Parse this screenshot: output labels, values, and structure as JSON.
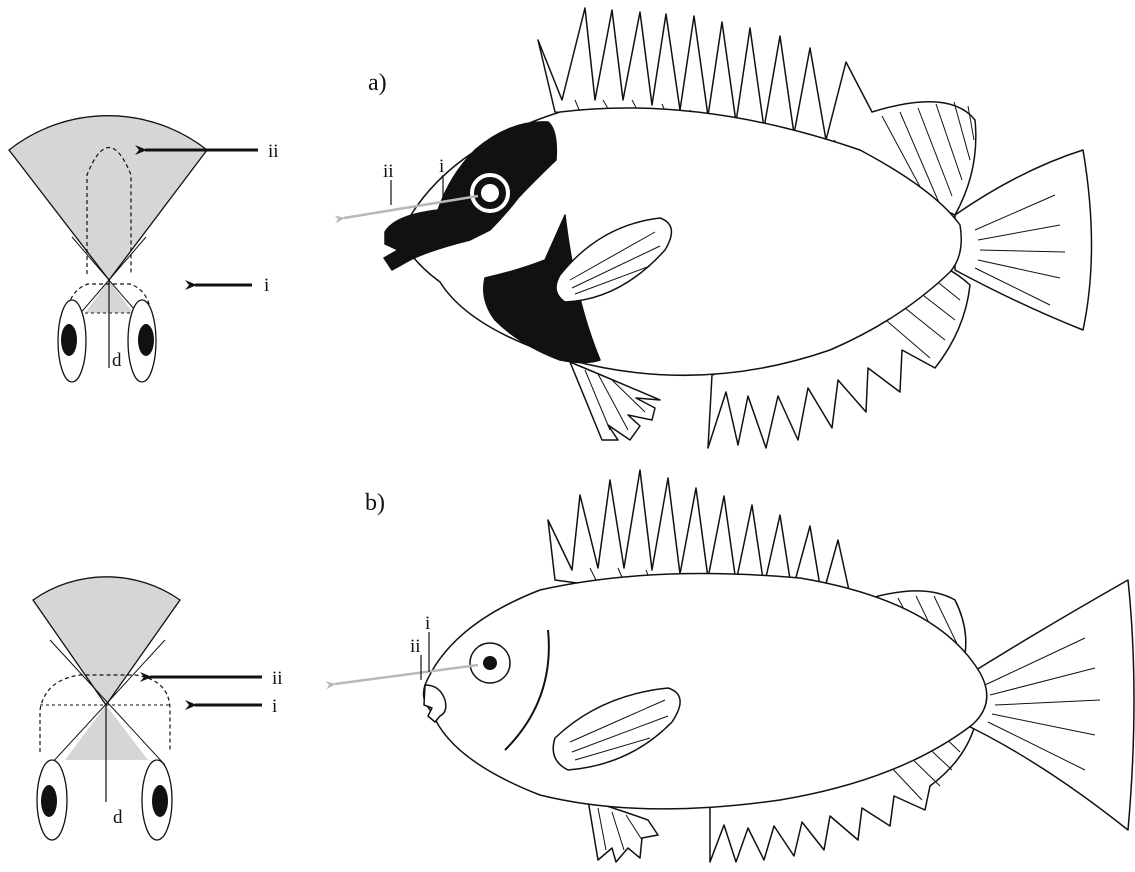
{
  "panels": [
    {
      "id": "a",
      "label": "a)",
      "arrow_labels": {
        "upper": "ii",
        "lower": "i"
      },
      "pointer_labels": {
        "outer": "ii",
        "inner": "i"
      },
      "distance_label": "d"
    },
    {
      "id": "b",
      "label": "b)",
      "arrow_labels": {
        "upper": "ii",
        "lower": "i"
      },
      "pointer_labels": {
        "outer": "ii",
        "inner": "i"
      },
      "distance_label": "d"
    }
  ],
  "colors": {
    "line": "#111111",
    "field_fill": "#d6d6d6",
    "mask_fill": "#000000",
    "gaze_arrow": "#b8b8b8"
  }
}
